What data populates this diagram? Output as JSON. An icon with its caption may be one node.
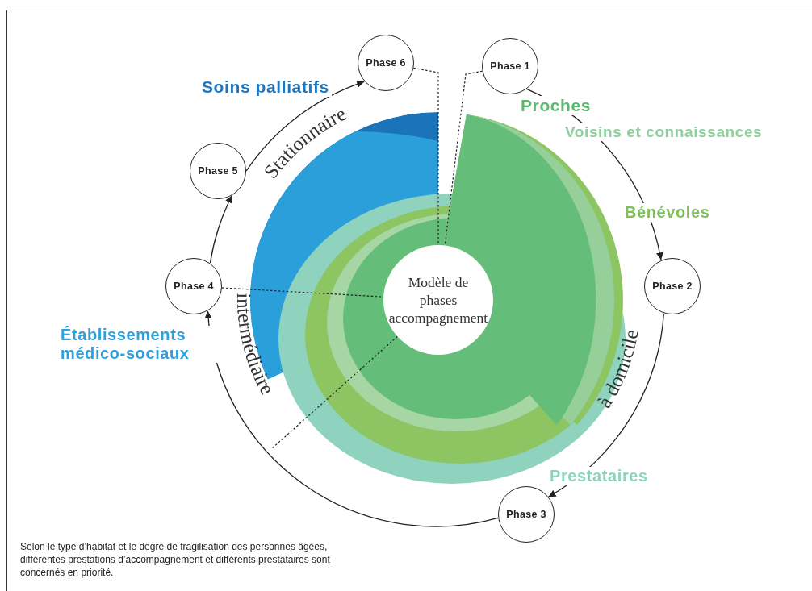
{
  "diagram": {
    "caption": "Selon le type d’habitat et le degré de fragilisation des personnes âgées, différentes prestations d’accompagnement et différents prestataires sont concernés en priorité.",
    "nodes": [
      {
        "text": [
          "Phase 1"
        ]
      },
      {
        "text": [
          "Phase 2"
        ]
      },
      {
        "text": [
          "Phase 3"
        ]
      },
      {
        "text": [
          "Phase 4"
        ]
      },
      {
        "text": [
          "Phase 5"
        ]
      },
      {
        "text": [
          "Phase 6"
        ]
      },
      {
        "text": [
          "Modèle de phases accompagnement"
        ]
      }
    ],
    "edges": [
      {
        "from": 0,
        "to": 1,
        "arrow": "to"
      },
      {
        "from": 1,
        "to": 2,
        "arrow": "to"
      },
      {
        "from": 2,
        "to": 3,
        "arrow": "to"
      },
      {
        "from": 3,
        "to": 4,
        "arrow": "to"
      },
      {
        "from": 4,
        "to": 5,
        "arrow": "to"
      },
      {
        "from": 5,
        "to": 6,
        "arrow": "none",
        "style": "dashed"
      },
      {
        "from": 0,
        "to": 6,
        "arrow": "none",
        "style": "dashed"
      },
      {
        "from": 3,
        "to": 6,
        "arrow": "none",
        "style": "dashed"
      },
      {
        "from": 6,
        "to": null,
        "arrow": "none",
        "style": "dashed"
      }
    ],
    "labels": [
      "Soins palliatifs",
      "Proches",
      "Voisins et connaissances",
      "Stationnaire",
      "Bénévoles",
      "Établissements médico-sociaux",
      "intermédiaire",
      "à domicile",
      "Prestataires"
    ]
  }
}
